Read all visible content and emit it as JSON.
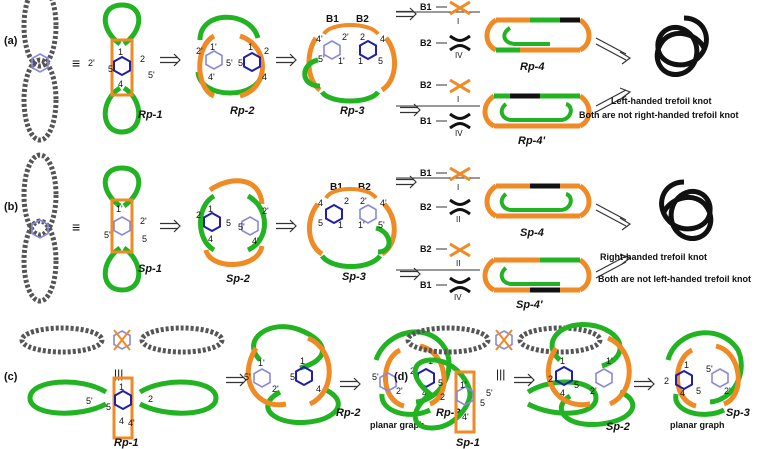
{
  "panels": {
    "a": {
      "tag": "(a)",
      "structures": [
        "Rp-1",
        "Rp-2",
        "Rp-3",
        "Rp-4",
        "Rp-4'"
      ],
      "bridge_labels": [
        "B1",
        "B2"
      ],
      "crossing_rows": [
        {
          "inputs": [
            "B1",
            "B2"
          ],
          "types": [
            "I",
            "IV"
          ]
        },
        {
          "inputs": [
            "B2",
            "B1"
          ],
          "types": [
            "I",
            "IV"
          ]
        }
      ],
      "result_line1": "Left-handed trefoil knot",
      "result_line2": "Both are not right-handed trefoil knot"
    },
    "b": {
      "tag": "(b)",
      "structures": [
        "Sp-1",
        "Sp-2",
        "Sp-3",
        "Sp-4",
        "Sp-4'"
      ],
      "bridge_labels": [
        "B1",
        "B2"
      ],
      "crossing_rows": [
        {
          "inputs": [
            "B1",
            "B2"
          ],
          "types": [
            "I",
            "II"
          ]
        },
        {
          "inputs": [
            "B2",
            "B1"
          ],
          "types": [
            "II",
            "IV"
          ]
        }
      ],
      "result_line1": "Right-handed trefoil knot",
      "result_line2": "Both are not left-handed trefoil knot"
    },
    "c": {
      "tag": "(c)",
      "structures": [
        "Rp-1",
        "Rp-2",
        "Rp-3"
      ],
      "caption": "planar graph"
    },
    "d": {
      "tag": "(d)",
      "structures": [
        "Sp-1",
        "Sp-2",
        "Sp-3"
      ],
      "caption": "planar graph"
    }
  },
  "ring_numbers": [
    "1",
    "2",
    "4",
    "5",
    "1'",
    "2'",
    "4'",
    "5'"
  ],
  "colors": {
    "green": "#22b322",
    "orange": "#f08a24",
    "blue": "#1f1fa8",
    "lightblue": "#8888dd",
    "black": "#111111"
  }
}
